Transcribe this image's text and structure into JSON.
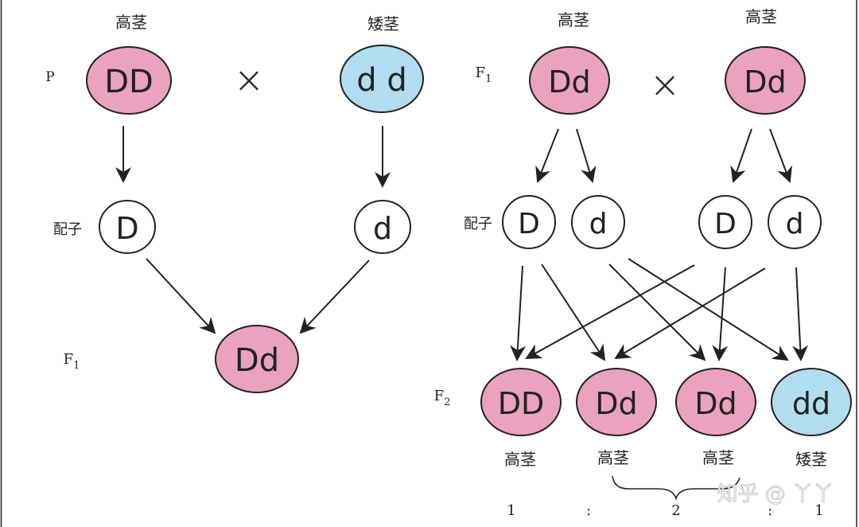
{
  "colors": {
    "dominant_fill": "#EBA2BF",
    "recessive_fill": "#B2DDF0",
    "gamete_fill": "#FFFFFF",
    "stroke": "#222222"
  },
  "left_cross": {
    "generation_label": "P",
    "cross_symbol": "×",
    "parent1": {
      "phenotype": "高茎",
      "genotype": "DD"
    },
    "parent2": {
      "phenotype": "矮茎",
      "genotype": "d d"
    },
    "gamete_label": "配子",
    "gamete1": "D",
    "gamete2": "d",
    "offspring_label_main": "F",
    "offspring_label_sub": "1",
    "offspring_genotype": "Dd"
  },
  "right_cross": {
    "generation_label_main": "F",
    "generation_label_sub": "1",
    "cross_symbol": "×",
    "parent1": {
      "phenotype": "高茎",
      "genotype": "Dd"
    },
    "parent2": {
      "phenotype": "高茎",
      "genotype": "Dd"
    },
    "gamete_label": "配子",
    "gametes": [
      "D",
      "d",
      "D",
      "d"
    ],
    "offspring_label_main": "F",
    "offspring_label_sub": "2",
    "offspring": [
      {
        "genotype": "DD",
        "phenotype": "高茎"
      },
      {
        "genotype": "Dd",
        "phenotype": "高茎"
      },
      {
        "genotype": "Dd",
        "phenotype": "高茎"
      },
      {
        "genotype": "dd",
        "phenotype": "矮茎"
      }
    ],
    "ratio": {
      "first": "1",
      "sep1": ":",
      "middle": "2",
      "sep2": ":",
      "last": "1"
    }
  },
  "watermark": "知乎 @ 丫丫"
}
